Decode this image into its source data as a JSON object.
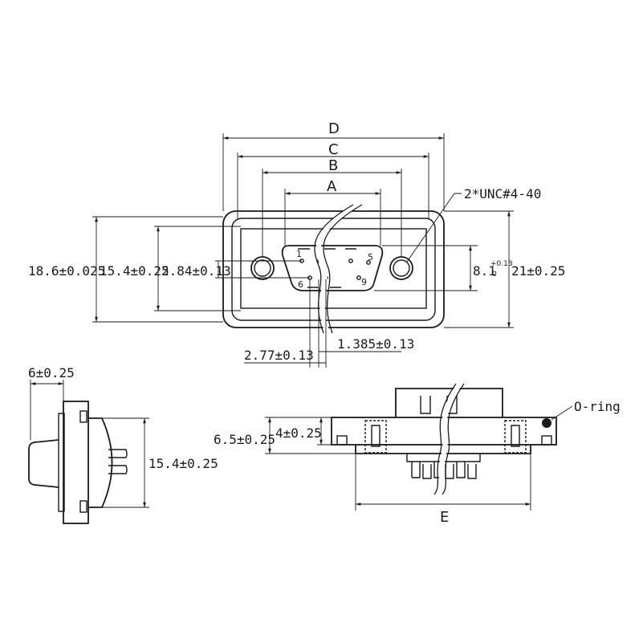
{
  "front_view": {
    "dim_d": "D",
    "dim_c": "C",
    "dim_b": "B",
    "dim_a": "A",
    "thread_note": "2*UNC#4-40",
    "height_outer": "18.6±0.025",
    "height_flange": "15.4±0.25",
    "height_pitch": "2.84±0.13",
    "shell_height_base": "8.1",
    "shell_height_tol_upper": "+0.13",
    "shell_height_tol_lower": "0",
    "height_total": "21±0.25",
    "pin_pitch": "2.77±0.13",
    "pin_offset": "1.385±0.13",
    "pins": [
      "1",
      "5",
      "6",
      "9"
    ]
  },
  "side_view": {
    "flange_thickness": "6±0.25",
    "flange_height": "15.4±0.25"
  },
  "bottom_view": {
    "total_depth": "6.5±0.25",
    "flange_depth": "4±0.25",
    "oring_label": "O-ring",
    "width_label": "E"
  }
}
